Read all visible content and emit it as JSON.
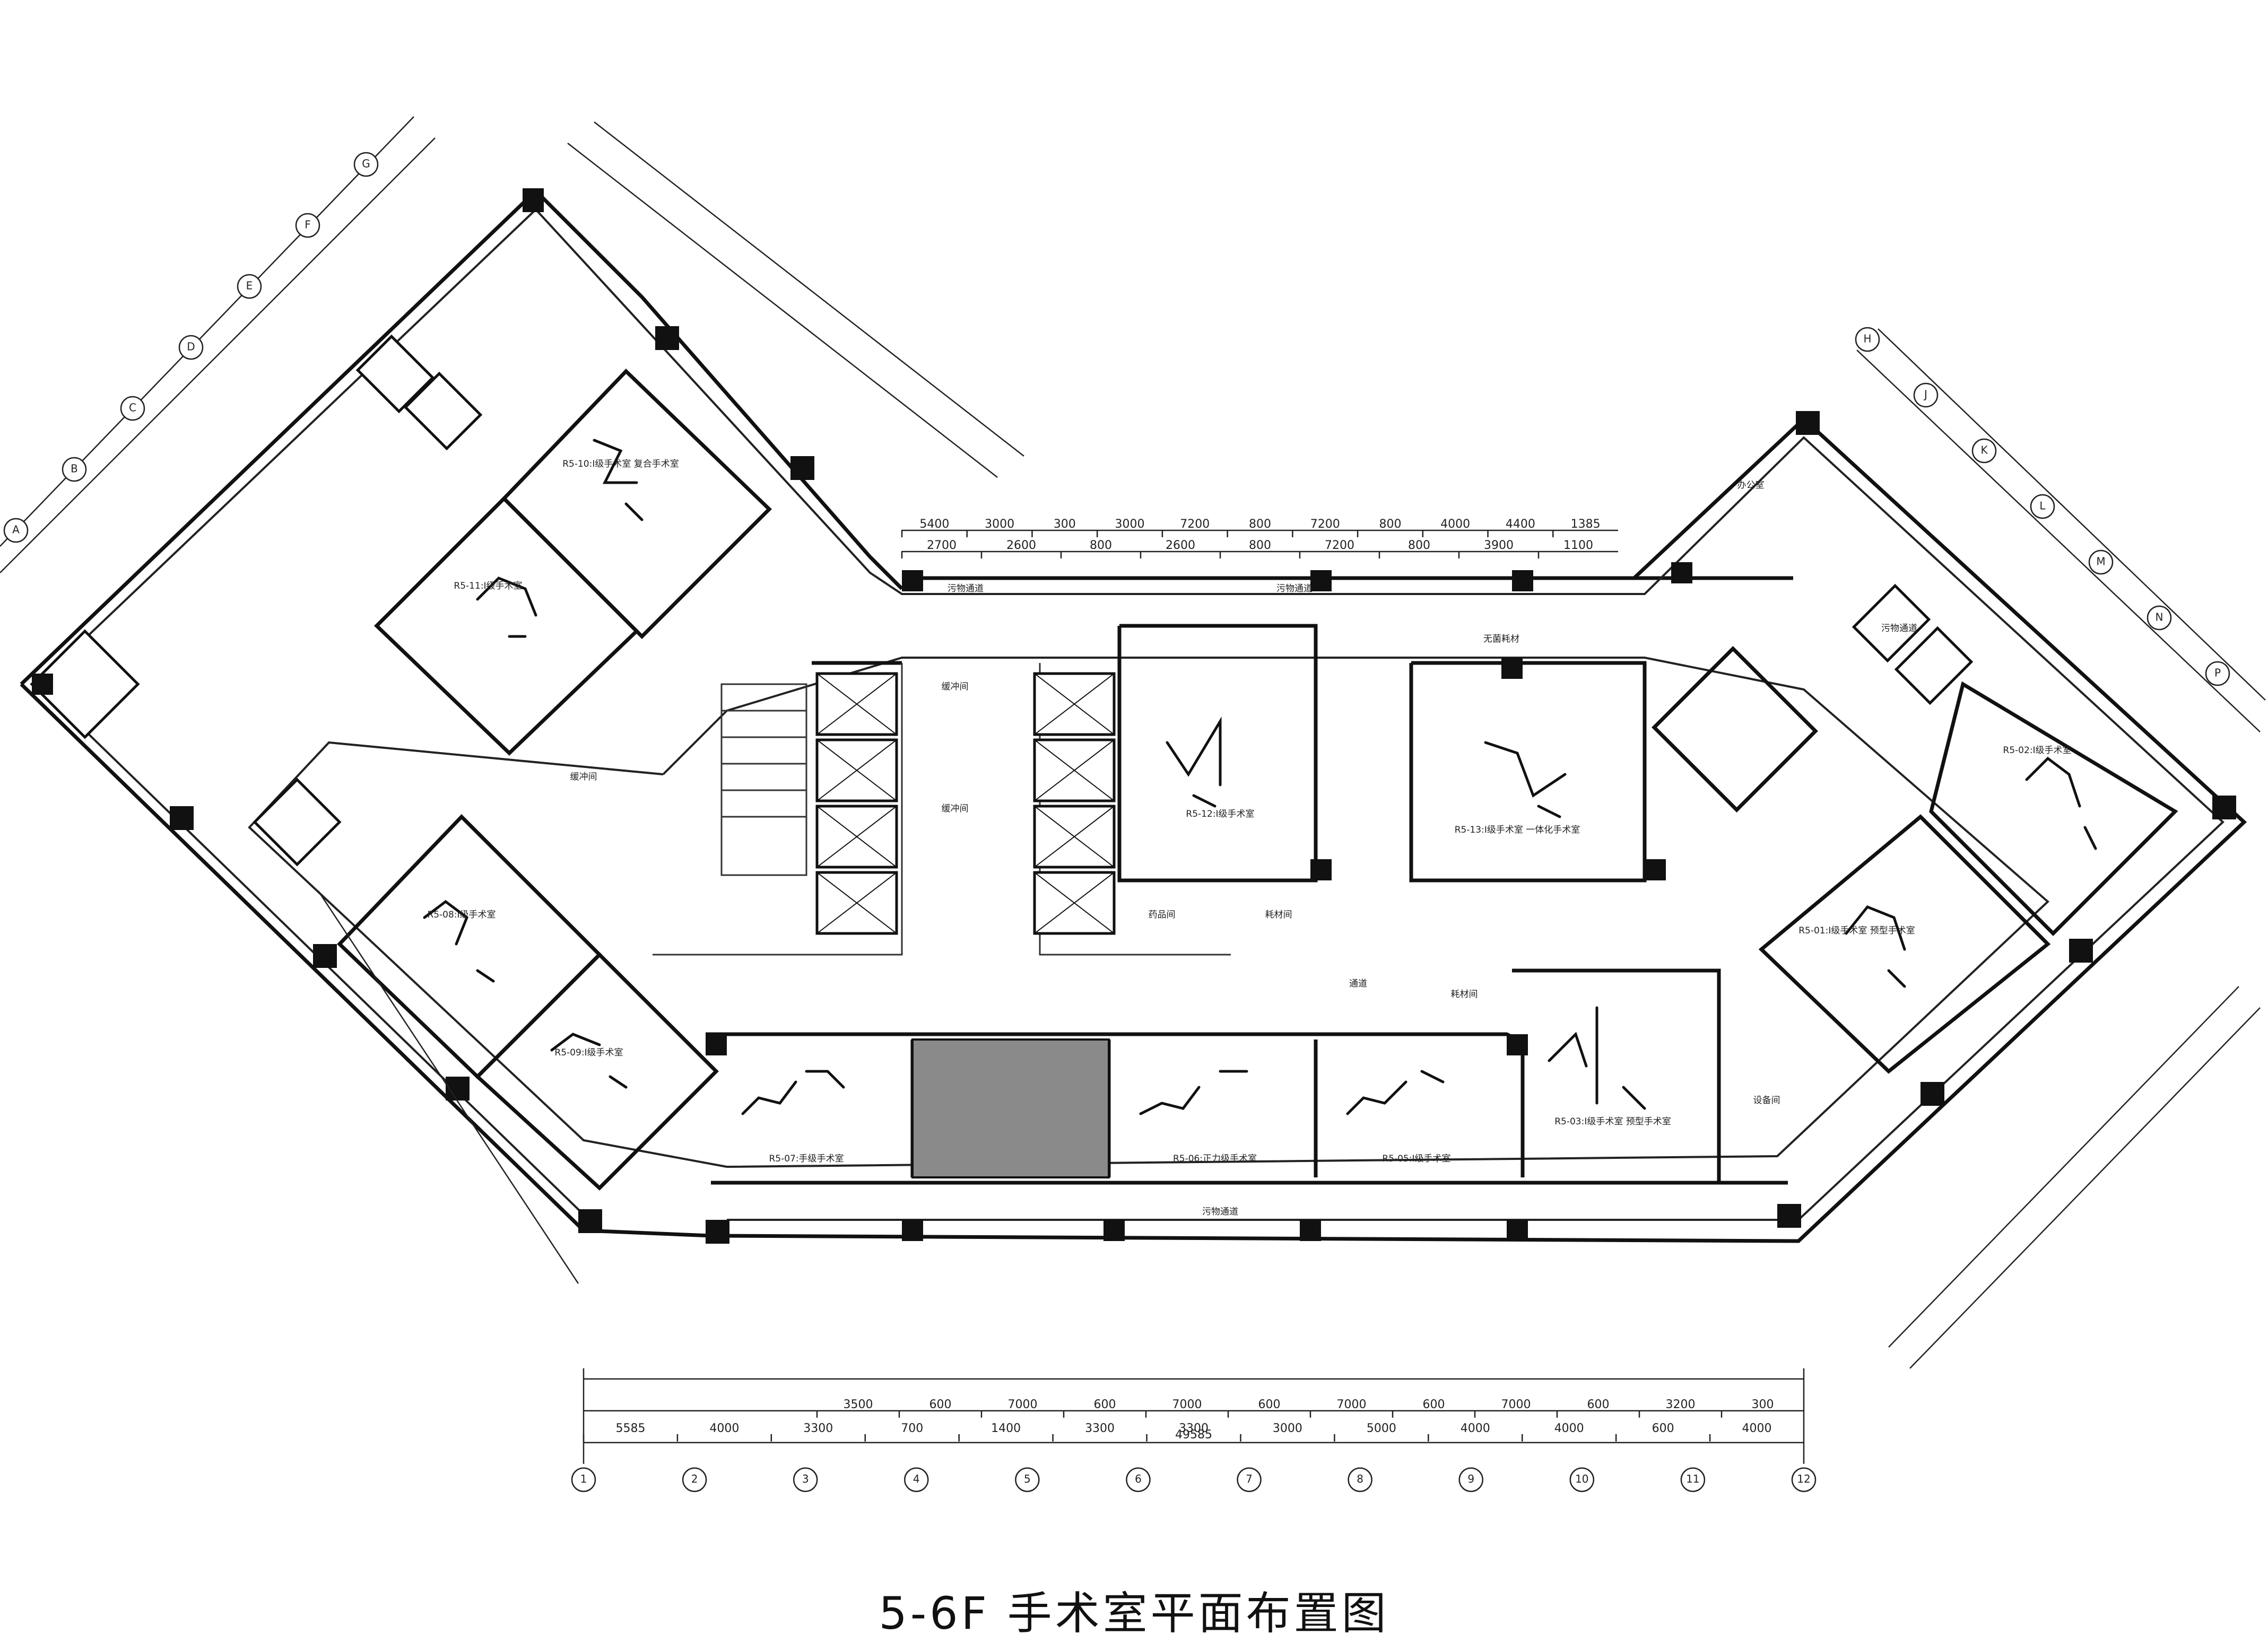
{
  "title": "5-6F 手术室平面布置图",
  "rooms": {
    "r1": "R5-07:手级手术室",
    "r2": "R5-06:正力级手术室",
    "r3": "R5-05:Ⅰ级手术室",
    "r4": "R5-03:Ⅰ级手术室\n预型手术室",
    "r5": "R5-12:Ⅰ级手术室",
    "r6": "R5-13:Ⅰ级手术室\n一体化手术室",
    "r7": "R5-08:Ⅰ级手术室",
    "r8": "R5-09:Ⅰ级手术室",
    "r9": "R5-01:Ⅰ级手术室\n预型手术室",
    "r10": "R5-02:Ⅰ级手术室",
    "r11": "R5-10:Ⅰ级手术室\n复合手术室",
    "r12": "R5-11:Ⅰ级手术室",
    "dirty_corridor_bottom": "污物通道",
    "dirty_corridor_top1": "污物通道",
    "dirty_corridor_top2": "污物通道",
    "sterile_store": "无菌耗材",
    "buffer1": "缓冲间",
    "buffer2": "缓冲间",
    "buffer3": "缓冲间",
    "medicine": "药品间",
    "consumables": "耗材间",
    "corridor": "通道",
    "equipment": "设备间",
    "consumables2": "耗材间",
    "office": "办公室",
    "dirty_corridor_right": "污物通道"
  },
  "dims_bottom_top": [
    "3500",
    "600",
    "7000",
    "600",
    "7000",
    "600",
    "7000",
    "600",
    "7000",
    "600",
    "3200",
    "300"
  ],
  "dims_bottom_mid": [
    "5585",
    "4000",
    "3300",
    "700",
    "1400",
    "3300",
    "3300",
    "3000",
    "5000",
    "4000",
    "4000",
    "600",
    "4000"
  ],
  "dims_bottom_total": "49585",
  "dims_top_center": [
    "5400",
    "3000",
    "300",
    "3000",
    "7200",
    "800",
    "7200",
    "800",
    "4000",
    "4400",
    "1385"
  ],
  "dims_top_center2": [
    "2700",
    "2600",
    "800",
    "2600",
    "800",
    "7200",
    "800",
    "3900",
    "1100"
  ],
  "grid_bottom": [
    "1",
    "2",
    "3",
    "4",
    "5",
    "6",
    "7",
    "8",
    "9",
    "10",
    "11",
    "12"
  ],
  "grid_left": [
    "A",
    "B",
    "C",
    "D",
    "E",
    "F",
    "G"
  ],
  "grid_right": [
    "H",
    "J",
    "K",
    "L",
    "M",
    "N",
    "P"
  ]
}
